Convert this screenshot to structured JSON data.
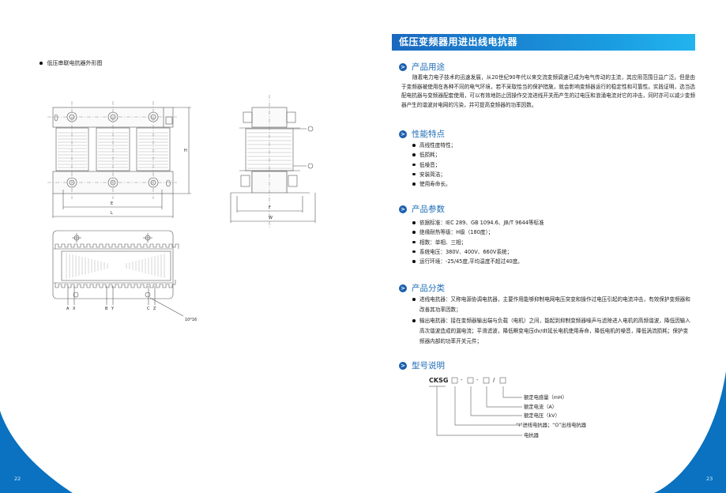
{
  "colors": {
    "brand_blue": "#0a72c0",
    "heading_blue": "#1f6db5",
    "title_bar": "#1a9be0"
  },
  "left_page": {
    "caption": "低压串联电抗器外形图",
    "drawing_labels": {
      "H": "H",
      "E": "E",
      "L": "L",
      "F": "F",
      "W": "W",
      "A": "A",
      "X": "X",
      "B": "B",
      "Y": "Y",
      "C": "C",
      "Z": "Z",
      "hole": "10*16"
    },
    "page_number": "22"
  },
  "right_page": {
    "title": "低压变频器用进出线电抗器",
    "sections": {
      "usage": {
        "heading": "产品用途",
        "text": "随着电力电子技术的迅速发展，从20世纪90年代以来交流变频调速已成为电气传动的主流，其应用范围日益广泛。但是由于变频器被使用在各种不同的电气环境，若不采取恰当的保护措施，就会影响变频器运行的稳定性和可靠性。实践证明，选当选配电抗器与变频器配套使用，可以有效地防止因操作交流进线开关而产生的过电压和浪涌电流对它的冲击，同时亦可以减少变频器产生的谐波对电网的污染，并可提高变频器的功率因数。"
      },
      "features": {
        "heading": "性能特点",
        "items": [
          "高线性度特性；",
          "低损耗；",
          "低噪音；",
          "安装简洁；",
          "使用寿命长。"
        ]
      },
      "params": {
        "heading": "产品参数",
        "items": [
          "依据标准：IEC 289、GB 1094.6、JB/T 9644等标准",
          "绝缘耐热等级：H级（180度）；",
          "相数：单相、三相；",
          "系统电压：380V、400V、660V系统；",
          "运行环境：-25/45度,平均温度不超过40度。"
        ]
      },
      "categories": {
        "heading": "产品分类",
        "items": [
          "进线电抗器：又称电源协调电抗器，主要作用能够抑制电网电压突变和操作过电压引起的电流冲击，有效保护变频器和改善其功率因数；",
          "输出电抗器：接在变频器输出端与负载（电机）之间，能起到抑制变频器噪声与滤除进入电机的高频谐波，降低因输入高次谐波造成的漏电流；平滑滤波，降低瞬变电压dv/dt延长电机使用寿命，降低电机的噪音，降低涡流损耗；保护变频器内部的功率开关元件；"
        ]
      },
      "model": {
        "heading": "型号说明",
        "code": "CKSG",
        "separators": [
          "-",
          "-",
          "/"
        ],
        "labels": [
          "额定电感量（mH）",
          "额定电流（A）",
          "额定电压（kV）",
          "“I”进线电抗器；“O”出线电抗器",
          "电抗器"
        ]
      }
    },
    "page_number": "23"
  }
}
